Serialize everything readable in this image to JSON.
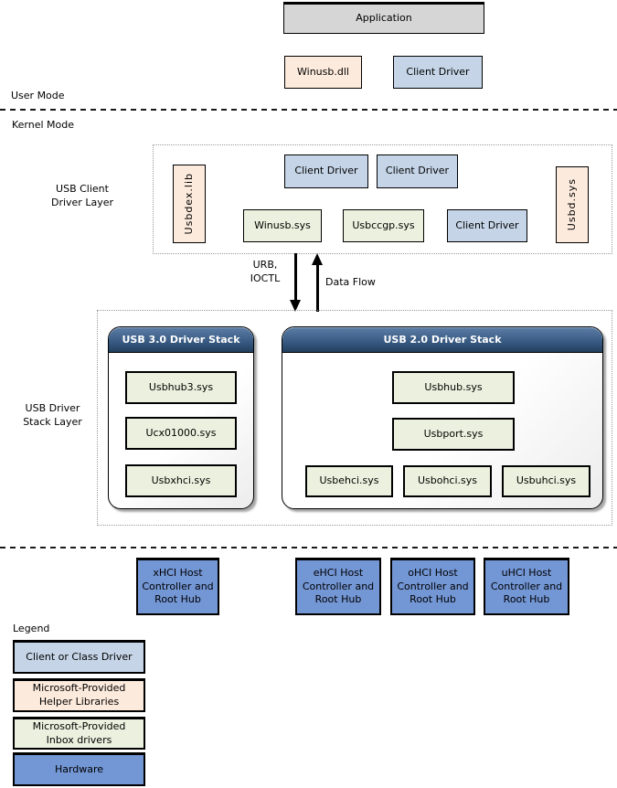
{
  "colors": {
    "client_driver_blue": "#C5D5E7",
    "helper_library_peach": "#FCEADC",
    "inbox_driver_green": "#EBF1DE",
    "hardware_blue": "#7396D5",
    "application_gray": "#D6D6D6",
    "stack_header_blue_top": "#5B7DA6",
    "stack_header_blue_bottom": "#22405E"
  },
  "top": {
    "application": "Application",
    "winusb_dll": "Winusb.dll",
    "client_driver": "Client Driver"
  },
  "mode_labels": {
    "user": "User Mode",
    "kernel": "Kernel Mode"
  },
  "client_layer": {
    "label": "USB Client\nDriver Layer",
    "usbdex_lib": "Usbdex.lib",
    "client_driver_top_1": "Client Driver",
    "client_driver_top_2": "Client Driver",
    "winusb_sys": "Winusb.sys",
    "usbccgp_sys": "Usbccgp.sys",
    "client_driver_bottom": "Client Driver",
    "usbd_sys": "Usbd.sys"
  },
  "arrows": {
    "urb_ioctl": "URB,\nIOCTL",
    "data_flow": "Data Flow"
  },
  "stack_layer": {
    "label": "USB Driver\nStack Layer",
    "usb3": {
      "title": "USB 3.0 Driver Stack",
      "drivers": [
        "Usbhub3.sys",
        "Ucx01000.sys",
        "Usbxhci.sys"
      ]
    },
    "usb2": {
      "title": "USB 2.0 Driver Stack",
      "drivers_column": [
        "Usbhub.sys",
        "Usbport.sys"
      ],
      "drivers_row": [
        "Usbehci.sys",
        "Usbohci.sys",
        "Usbuhci.sys"
      ]
    }
  },
  "hardware": {
    "controllers": [
      {
        "label": "xHCI Host\nController and\nRoot Hub"
      },
      {
        "label": "eHCI Host\nController and\nRoot Hub"
      },
      {
        "label": "oHCI Host\nController and\nRoot Hub"
      },
      {
        "label": "uHCI Host\nController and\nRoot Hub"
      }
    ]
  },
  "legend": {
    "title": "Legend",
    "items": [
      {
        "label": "Client or Class Driver",
        "color": "#C5D5E7"
      },
      {
        "label": "Microsoft-Provided\nHelper Libraries",
        "color": "#FCEADC"
      },
      {
        "label": "Microsoft-Provided\nInbox drivers",
        "color": "#EBF1DE"
      },
      {
        "label": "Hardware",
        "color": "#7396D5"
      }
    ]
  }
}
